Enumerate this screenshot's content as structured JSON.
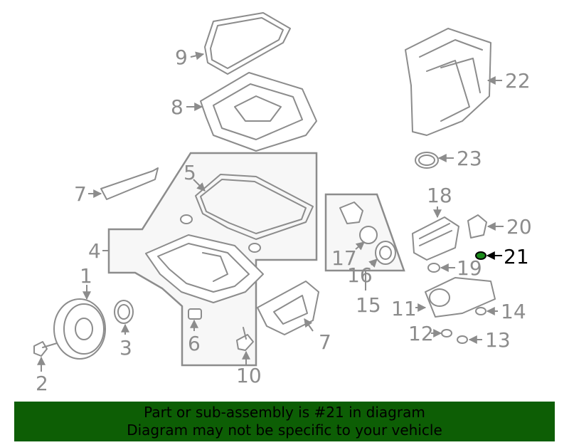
{
  "diagram": {
    "highlight_part": "21",
    "colors": {
      "line": "#8c8c8c",
      "highlight": "#000000",
      "highlight_fill": "#1a8a1a",
      "banner": "#0d5e05"
    },
    "callouts": [
      "1",
      "2",
      "3",
      "4",
      "5",
      "6",
      "7",
      "7",
      "8",
      "9",
      "10",
      "11",
      "12",
      "13",
      "14",
      "15",
      "16",
      "17",
      "18",
      "19",
      "20",
      "21",
      "22",
      "23"
    ]
  },
  "footer": {
    "line1": "Part or sub-assembly is #21 in diagram",
    "line2": "Diagram may not be specific to your vehicle"
  }
}
